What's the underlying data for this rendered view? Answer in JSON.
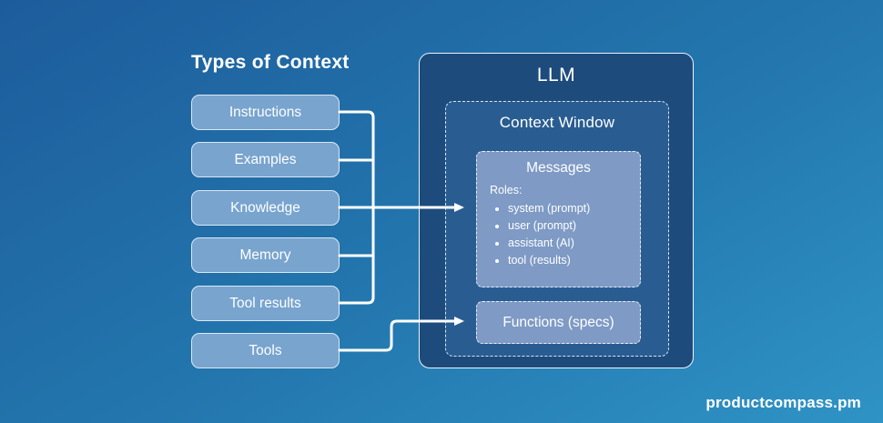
{
  "title": "Types of Context",
  "watermark": "productcompass.pm",
  "left_boxes": [
    "Instructions",
    "Examples",
    "Knowledge",
    "Memory",
    "Tool results",
    "Tools"
  ],
  "llm": {
    "title": "LLM",
    "context_window": {
      "title": "Context Window",
      "messages": {
        "title": "Messages",
        "roles_label": "Roles:",
        "roles": [
          "system (prompt)",
          "user (prompt)",
          "assistant (AI)",
          "tool (results)"
        ]
      },
      "functions_label": "Functions (specs)"
    }
  },
  "colors": {
    "background_gradient_start": "#1d5c9c",
    "background_gradient_end": "#2f93c5",
    "left_box_fill": "#78a4ce",
    "left_box_border": "#dce8f3",
    "llm_box_fill": "#1d4b7c",
    "context_window_fill": "#295d92",
    "inner_box_fill": "#7e9ac5",
    "arrow_color": "#ffffff",
    "text_color": "#ffffff"
  }
}
